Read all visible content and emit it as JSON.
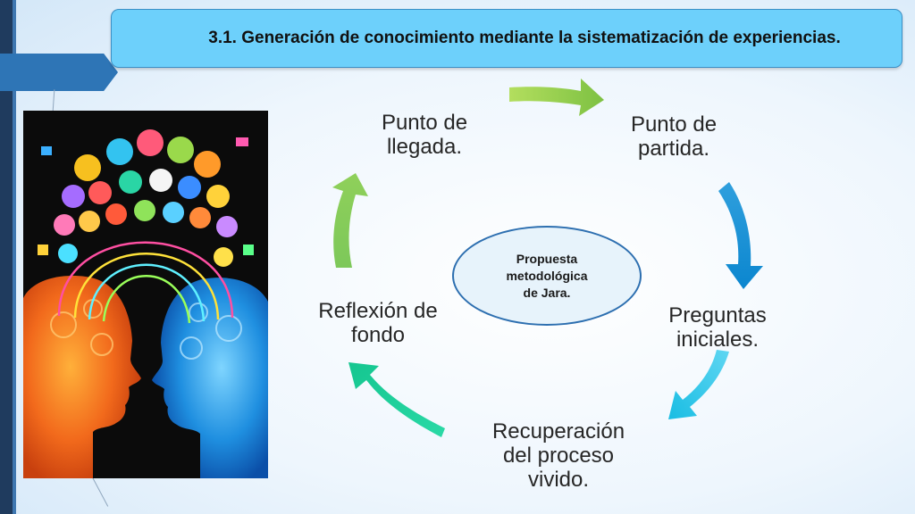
{
  "title": "3.1. Generación de conocimiento mediante la sistematización de experiencias.",
  "cycle_steps": [
    {
      "label": "Punto de\nllegada."
    },
    {
      "label": "Punto de\npartida."
    },
    {
      "label": "Preguntas\niniciales."
    },
    {
      "label": "Recuperación\ndel proceso\nvivido."
    },
    {
      "label": "Reflexión de\nfondo"
    }
  ],
  "center_label": "Propuesta\nmetodológica\nde Jara.",
  "colors": {
    "title_bg": "#6dd0fb",
    "arrow_green": "#8cc84b",
    "arrow_blue": "#1b9ee0",
    "arrow_cyan": "#27c4e6",
    "arrow_teal": "#1fcf99"
  },
  "image": {
    "description_icons": [
      "book-icon",
      "atom-icon",
      "music-icon",
      "calculator-icon",
      "dna-icon",
      "microscope-icon",
      "scissors-icon"
    ]
  }
}
